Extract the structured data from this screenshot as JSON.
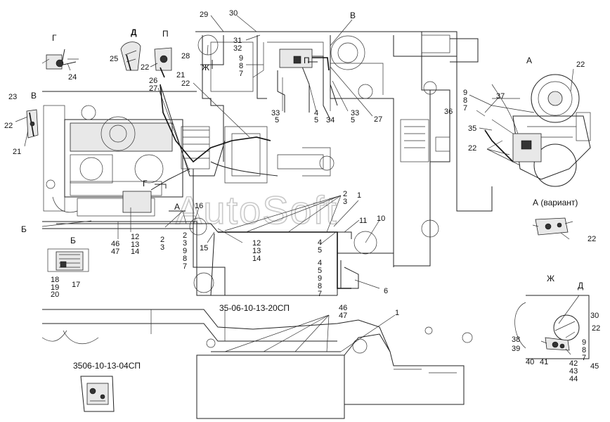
{
  "watermark": "AutoSoft",
  "view_letters": {
    "g": "Г",
    "d": "Д",
    "p": "П",
    "v": "В",
    "a": "А",
    "a_variant": "А (вариант)",
    "b": "Б",
    "zh": "Ж"
  },
  "drawing_codes": {
    "upper": "35-06-10-13-20СП",
    "lower": "3506-10-13-04СП"
  },
  "callouts": [
    {
      "id": "c29",
      "text": "29"
    },
    {
      "id": "c30",
      "text": "30"
    },
    {
      "id": "c31",
      "text": "31"
    },
    {
      "id": "c32",
      "text": "32"
    },
    {
      "id": "c28",
      "text": "28"
    },
    {
      "id": "c9a",
      "text": "9"
    },
    {
      "id": "c8a",
      "text": "8"
    },
    {
      "id": "c7a",
      "text": "7"
    },
    {
      "id": "c25",
      "text": "25"
    },
    {
      "id": "c24",
      "text": "24"
    },
    {
      "id": "c22a",
      "text": "22"
    },
    {
      "id": "c21a",
      "text": "21"
    },
    {
      "id": "c26",
      "text": "26"
    },
    {
      "id": "c27a",
      "text": "27"
    },
    {
      "id": "c22b",
      "text": "22"
    },
    {
      "id": "c23",
      "text": "23"
    },
    {
      "id": "c22c",
      "text": "22"
    },
    {
      "id": "c21b",
      "text": "21"
    },
    {
      "id": "c33a",
      "text": "33"
    },
    {
      "id": "c5a",
      "text": "5"
    },
    {
      "id": "c4a",
      "text": "4"
    },
    {
      "id": "c5b",
      "text": "5"
    },
    {
      "id": "c34",
      "text": "34"
    },
    {
      "id": "c33b",
      "text": "33"
    },
    {
      "id": "c5c",
      "text": "5"
    },
    {
      "id": "c27b",
      "text": "27"
    },
    {
      "id": "c22d",
      "text": "22"
    },
    {
      "id": "c9b",
      "text": "9"
    },
    {
      "id": "c8b",
      "text": "8"
    },
    {
      "id": "c7b",
      "text": "7"
    },
    {
      "id": "c37",
      "text": "37"
    },
    {
      "id": "c36",
      "text": "36"
    },
    {
      "id": "c35",
      "text": "35"
    },
    {
      "id": "c22e",
      "text": "22"
    },
    {
      "id": "c2a",
      "text": "2"
    },
    {
      "id": "c3a",
      "text": "3"
    },
    {
      "id": "c1a",
      "text": "1"
    },
    {
      "id": "c16",
      "text": "16"
    },
    {
      "id": "c11",
      "text": "11"
    },
    {
      "id": "c10",
      "text": "10"
    },
    {
      "id": "c46a",
      "text": "46"
    },
    {
      "id": "c47a",
      "text": "47"
    },
    {
      "id": "c12a",
      "text": "12"
    },
    {
      "id": "c13a",
      "text": "13"
    },
    {
      "id": "c14a",
      "text": "14"
    },
    {
      "id": "c2b",
      "text": "2"
    },
    {
      "id": "c3b",
      "text": "3"
    },
    {
      "id": "c2c",
      "text": "2"
    },
    {
      "id": "c3c",
      "text": "3"
    },
    {
      "id": "c9c",
      "text": "9"
    },
    {
      "id": "c8c",
      "text": "8"
    },
    {
      "id": "c7c",
      "text": "7"
    },
    {
      "id": "c15",
      "text": "15"
    },
    {
      "id": "c12b",
      "text": "12"
    },
    {
      "id": "c13b",
      "text": "13"
    },
    {
      "id": "c14b",
      "text": "14"
    },
    {
      "id": "c4b",
      "text": "4"
    },
    {
      "id": "c5d",
      "text": "5"
    },
    {
      "id": "c4c",
      "text": "4"
    },
    {
      "id": "c5e",
      "text": "5"
    },
    {
      "id": "c9d",
      "text": "9"
    },
    {
      "id": "c8d",
      "text": "8"
    },
    {
      "id": "c7d",
      "text": "7"
    },
    {
      "id": "c6",
      "text": "6"
    },
    {
      "id": "c22f",
      "text": "22"
    },
    {
      "id": "c18",
      "text": "18"
    },
    {
      "id": "c19",
      "text": "19"
    },
    {
      "id": "c20",
      "text": "20"
    },
    {
      "id": "c17",
      "text": "17"
    },
    {
      "id": "c46b",
      "text": "46"
    },
    {
      "id": "c47b",
      "text": "47"
    },
    {
      "id": "c1b",
      "text": "1"
    },
    {
      "id": "c30b",
      "text": "30"
    },
    {
      "id": "c22g",
      "text": "22"
    },
    {
      "id": "c38",
      "text": "38"
    },
    {
      "id": "c39",
      "text": "39"
    },
    {
      "id": "c9e",
      "text": "9"
    },
    {
      "id": "c8e",
      "text": "8"
    },
    {
      "id": "c7e",
      "text": "7"
    },
    {
      "id": "c40",
      "text": "40"
    },
    {
      "id": "c41",
      "text": "41"
    },
    {
      "id": "c42",
      "text": "42"
    },
    {
      "id": "c43",
      "text": "43"
    },
    {
      "id": "c44",
      "text": "44"
    },
    {
      "id": "c45",
      "text": "45"
    }
  ]
}
